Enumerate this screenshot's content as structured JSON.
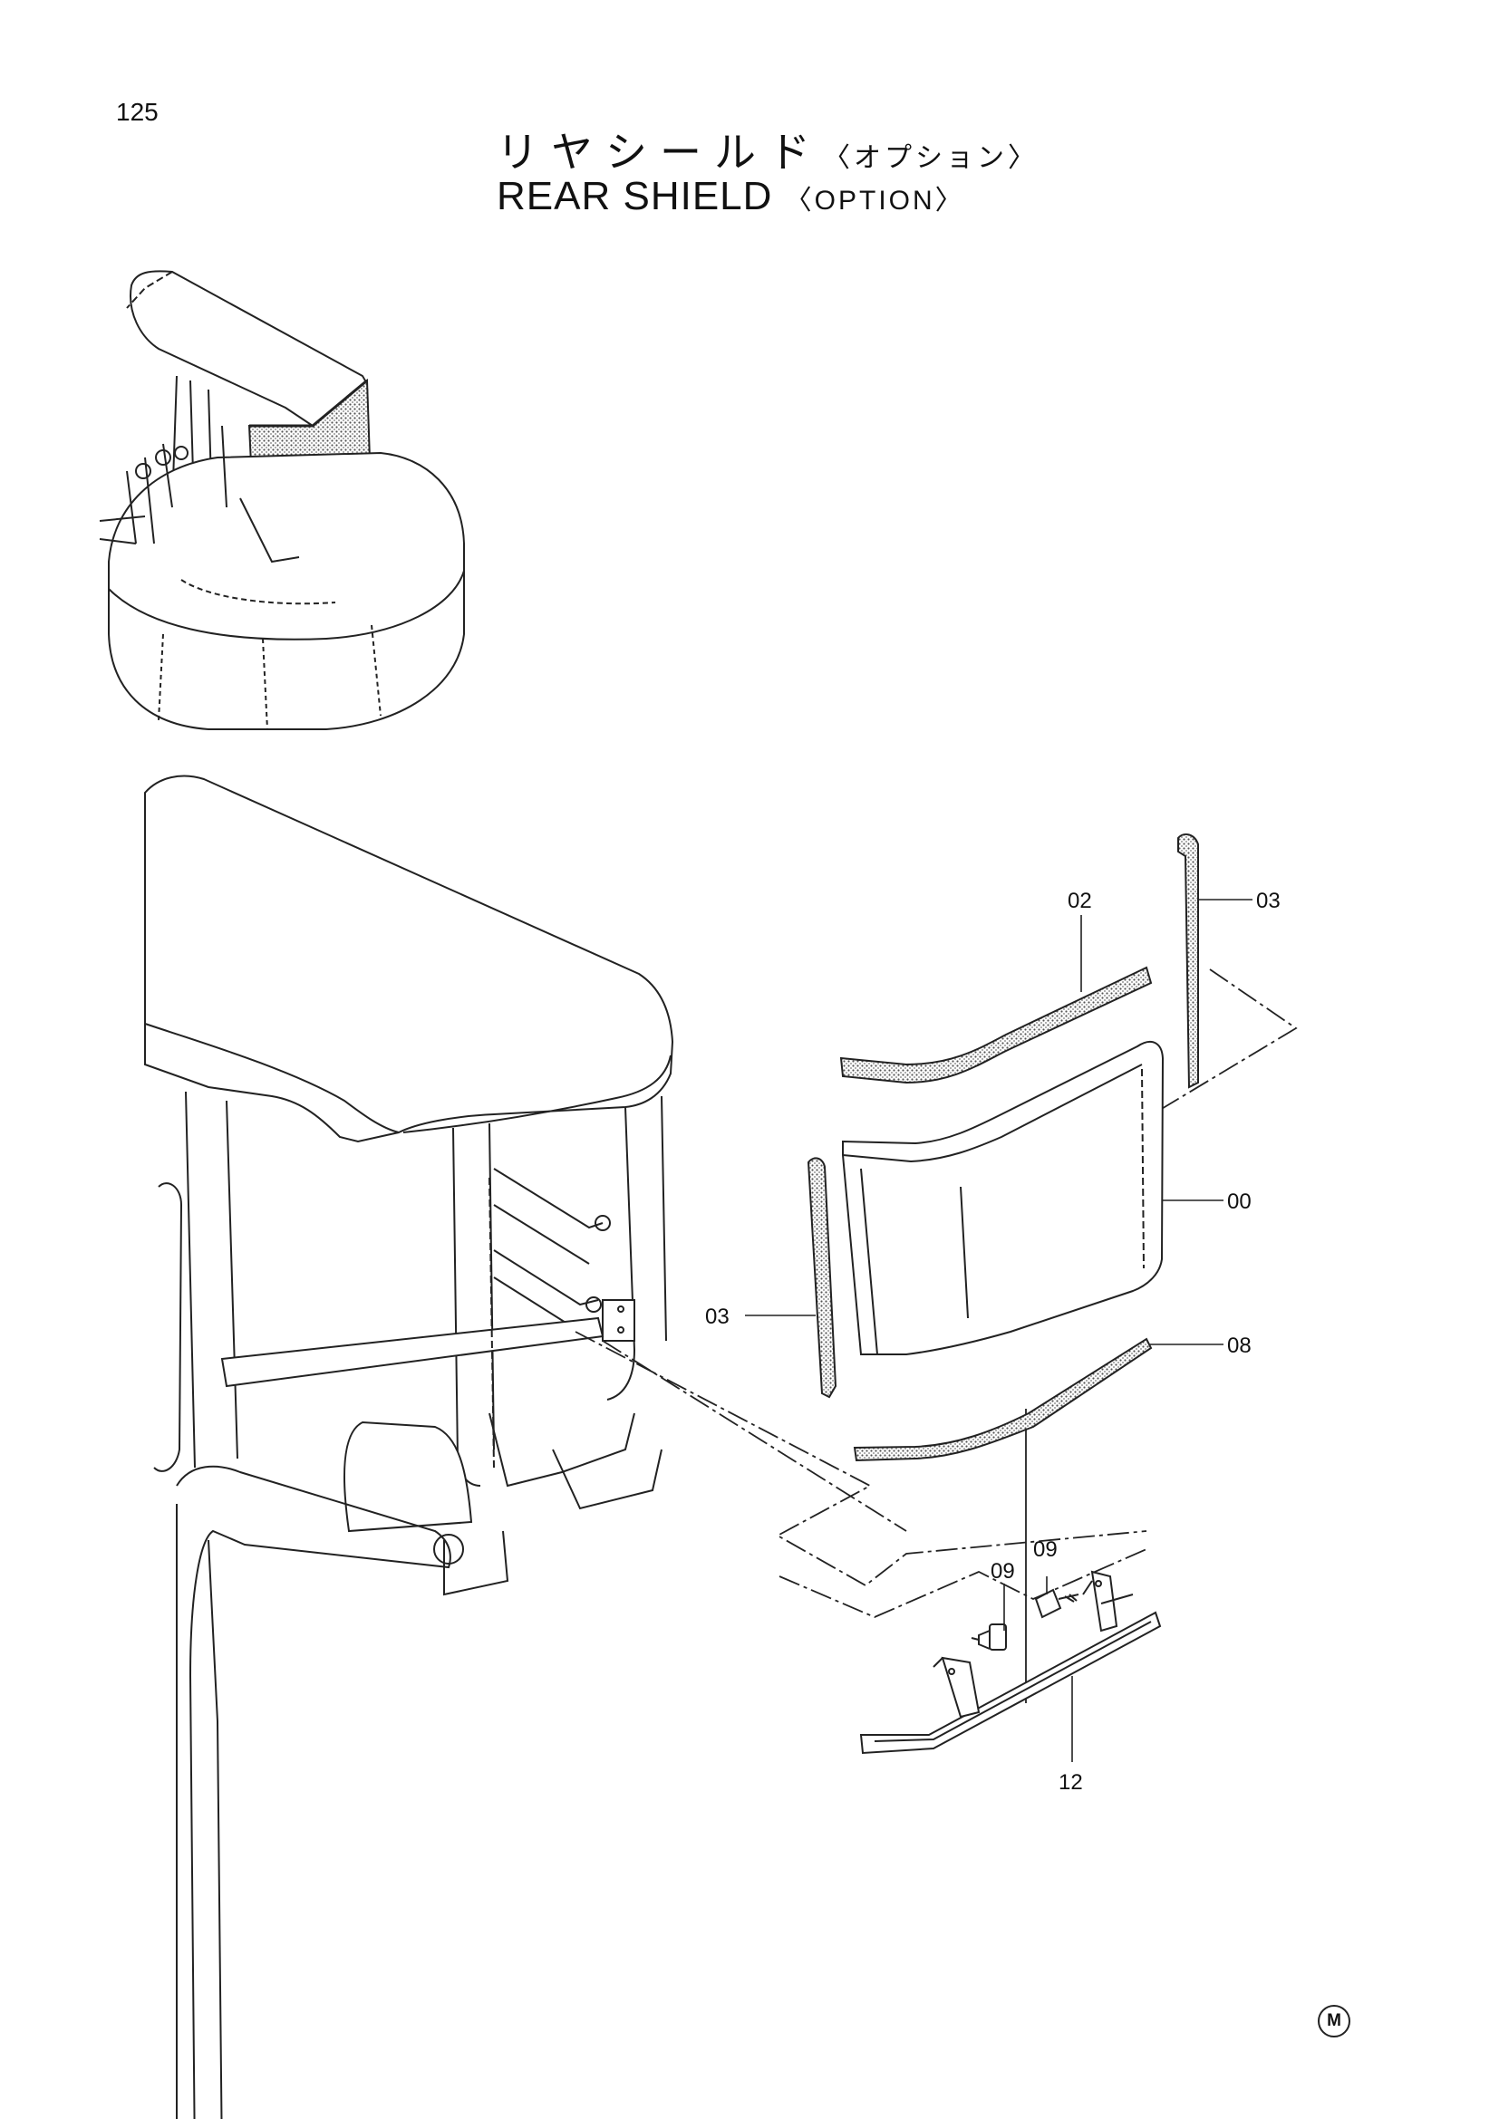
{
  "page_number": "125",
  "title": {
    "jp_main": "リヤシールド",
    "jp_sub": "〈オプション〉",
    "en_main": "REAR SHIELD",
    "en_sub": "〈OPTION〉"
  },
  "callouts": {
    "c02": "02",
    "c03_top": "03",
    "c00": "00",
    "c03_left": "03",
    "c08": "08",
    "c09_left": "09",
    "c09_right": "09",
    "c12": "12"
  },
  "footer_mark": "M"
}
